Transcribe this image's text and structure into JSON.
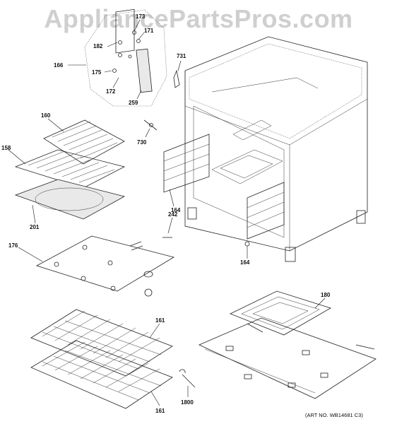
{
  "watermark": "AppliancePartsPros.com",
  "art_number": "(ART NO. WB14681 C3)",
  "callouts": {
    "c173": "173",
    "c171": "171",
    "c182": "182",
    "c166": "166",
    "c175": "175",
    "c172": "172",
    "c259": "259",
    "c731": "731",
    "c160": "160",
    "c730": "730",
    "c158": "158",
    "c201": "201",
    "c164a": "164",
    "c164b": "164",
    "c242": "242",
    "c176": "176",
    "c180": "180",
    "c161a": "161",
    "c161b": "161",
    "c1800": "1800"
  }
}
